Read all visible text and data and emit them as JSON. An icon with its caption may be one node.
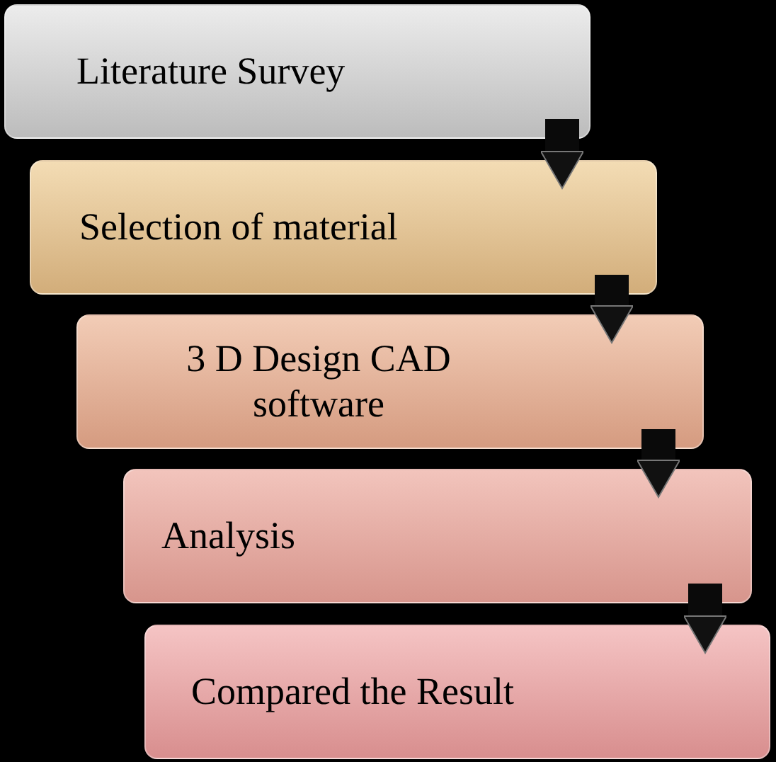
{
  "diagram": {
    "nodes": [
      {
        "text": [
          "Literature Survey"
        ]
      },
      {
        "text": [
          "Selection of material"
        ]
      },
      {
        "text": [
          "3 D Design CAD software"
        ]
      },
      {
        "text": [
          "Analysis"
        ]
      },
      {
        "text": [
          "Compared the Result"
        ]
      }
    ],
    "edges": [
      {
        "from": 0,
        "to": 1,
        "arrow": "to"
      },
      {
        "from": 1,
        "to": 2,
        "arrow": "to"
      },
      {
        "from": 2,
        "to": 3,
        "arrow": "to"
      },
      {
        "from": 3,
        "to": 4,
        "arrow": "to"
      }
    ]
  }
}
